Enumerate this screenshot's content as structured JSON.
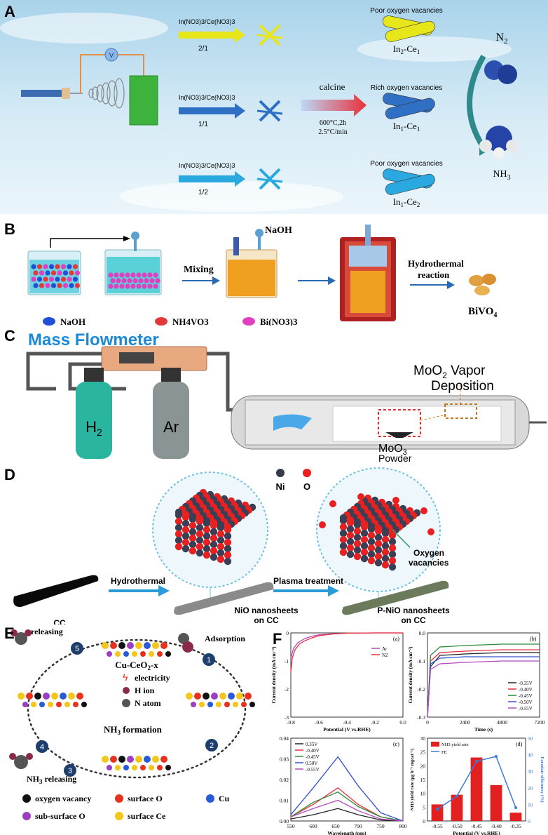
{
  "panels": {
    "a": {
      "label": "A",
      "ratio_label": "In(NO3)3/Ce(NO3)3",
      "rows": [
        {
          "ratio": "2/1",
          "title": "Poor oxygen vacancies",
          "product": "In2-Ce1",
          "prod_main": "In",
          "prod_sub1": "2",
          "prod_mid": "-Ce",
          "prod_sub2": "1",
          "color": "#e6e61a"
        },
        {
          "ratio": "1/1",
          "title": "Rich oxygen vacancies",
          "product": "In1-Ce1",
          "prod_main": "In",
          "prod_sub1": "1",
          "prod_mid": "-Ce",
          "prod_sub2": "1",
          "color": "#2f6fc4"
        },
        {
          "ratio": "1/2",
          "title": "Poor oxygen vacancies",
          "product": "In1-Ce2",
          "prod_main": "In",
          "prod_sub1": "1",
          "prod_mid": "-Ce",
          "prod_sub2": "2",
          "color": "#2aa8e0"
        }
      ],
      "calcine": "calcine",
      "cond1": "600°C,2h",
      "cond2": "2.5°C/min",
      "n2": "N2",
      "nh3": "NH3",
      "v_symbol": "V"
    },
    "b": {
      "label": "B",
      "naoh_top": "NaOH",
      "mixing": "Mixing",
      "hydro1": "Hydrothermal",
      "hydro2": "reaction",
      "product": "BiVO4",
      "legend": [
        {
          "text": "NaOH",
          "color": "#1f4fd6"
        },
        {
          "text": "NH4VO3",
          "color": "#e23a3a"
        },
        {
          "text": "Bi(NO3)3",
          "color": "#e040c0"
        }
      ]
    },
    "c": {
      "label": "C",
      "title": "Mass Flowmeter",
      "gas1": "H2",
      "gas2": "Ar",
      "vapor1": "MoO2 Vapor",
      "vapor2": "Deposition",
      "powder1": "MoO3",
      "powder2": "Powder"
    },
    "d": {
      "label": "D",
      "ni": "Ni",
      "o": "O",
      "cc": "CC",
      "hydrothermal": "Hydrothermal",
      "plasma": "Plasma treatment",
      "nio1": "NiO nanosheets",
      "nio2": "on CC",
      "pnio1": "P-NiO nanosheets",
      "pnio2": "on CC",
      "ov1": "Oxygen",
      "ov2": "vacancies"
    },
    "e": {
      "label": "E",
      "center_title": "Cu-CeO2-x",
      "releasing": "releasing",
      "adsorption": "Adsorption",
      "electricity": "electricity",
      "h_ion": "H ion",
      "n_atom": "N atom",
      "nh3_formation": "NH3 formation",
      "nh3_releasing": "NH3 releasing",
      "steps": [
        "1",
        "2",
        "3",
        "4",
        "5"
      ],
      "legend": [
        {
          "text": "oxygen vacancy",
          "color": "#111111"
        },
        {
          "text": "surface O",
          "color": "#e8321e"
        },
        {
          "text": "Cu",
          "color": "#2a5bd7"
        },
        {
          "text": "sub-surface O",
          "color": "#9b3fc0"
        },
        {
          "text": "surface Ce",
          "color": "#f5c518"
        }
      ]
    },
    "f": {
      "label": "F"
    }
  },
  "chart_data": [
    {
      "type": "line",
      "panel": "(a)",
      "xlabel": "Potential (V vs.RHE)",
      "ylabel": "Current density (mA cm⁻²)",
      "xlim": [
        -0.8,
        0.0
      ],
      "ylim": [
        -3,
        0
      ],
      "xticks": [
        "-0.8",
        "-0.6",
        "-0.4",
        "-0.2",
        "0.0"
      ],
      "yticks": [
        "0",
        "-1",
        "-2",
        "-3"
      ],
      "legend_position": "top-right",
      "series": [
        {
          "name": "Ar",
          "color": "#b44ac0",
          "x": [
            -0.8,
            -0.78,
            -0.75,
            -0.7,
            -0.65,
            -0.6,
            -0.5,
            -0.4,
            -0.2,
            0.0
          ],
          "y": [
            -0.9,
            -0.55,
            -0.35,
            -0.2,
            -0.12,
            -0.07,
            -0.03,
            -0.01,
            0,
            0
          ]
        },
        {
          "name": "N2",
          "color": "#e8323c",
          "x": [
            -0.8,
            -0.79,
            -0.77,
            -0.74,
            -0.7,
            -0.65,
            -0.6,
            -0.5,
            -0.4,
            -0.2,
            0.0
          ],
          "y": [
            -1.4,
            -0.9,
            -0.6,
            -0.4,
            -0.28,
            -0.18,
            -0.1,
            -0.04,
            -0.01,
            0,
            0
          ]
        }
      ]
    },
    {
      "type": "line",
      "panel": "(b)",
      "xlabel": "Time (s)",
      "ylabel": "Current density (mA cm⁻²)",
      "xlim": [
        0,
        7200
      ],
      "ylim": [
        -0.3,
        0.0
      ],
      "xticks": [
        "0",
        "2400",
        "4800",
        "7200"
      ],
      "yticks": [
        "0.0",
        "-0.1",
        "-0.2",
        "-0.3"
      ],
      "legend_position": "bottom-right",
      "series": [
        {
          "name": "-0.35V",
          "color": "#222222",
          "x": [
            0,
            200,
            800,
            2400,
            4800,
            7200
          ],
          "y": [
            -0.3,
            -0.12,
            -0.08,
            -0.075,
            -0.07,
            -0.07
          ]
        },
        {
          "name": "-0.40V",
          "color": "#e8323c",
          "x": [
            0,
            200,
            800,
            2400,
            4800,
            7200
          ],
          "y": [
            -0.3,
            -0.1,
            -0.07,
            -0.065,
            -0.06,
            -0.06
          ]
        },
        {
          "name": "-0.45V",
          "color": "#2a8a3a",
          "x": [
            0,
            200,
            800,
            2400,
            4800,
            7200
          ],
          "y": [
            -0.3,
            -0.08,
            -0.05,
            -0.045,
            -0.04,
            -0.04
          ]
        },
        {
          "name": "-0.50V",
          "color": "#3050d0",
          "x": [
            0,
            200,
            800,
            2400,
            4800,
            7200
          ],
          "y": [
            -0.3,
            -0.11,
            -0.09,
            -0.085,
            -0.085,
            -0.085
          ]
        },
        {
          "name": "-0.55V",
          "color": "#b44ac0",
          "x": [
            0,
            200,
            800,
            2400,
            4800,
            7200
          ],
          "y": [
            -0.3,
            -0.13,
            -0.11,
            -0.105,
            -0.1,
            -0.1
          ]
        }
      ]
    },
    {
      "type": "line",
      "panel": "(c)",
      "xlabel": "Wavelength (nm)",
      "ylabel": "",
      "xlim": [
        550,
        800
      ],
      "ylim": [
        0.0,
        0.04
      ],
      "xticks": [
        "550",
        "600",
        "650",
        "700",
        "750",
        "800"
      ],
      "yticks": [
        "0.00",
        "0.01",
        "0.02",
        "0.03",
        "0.04"
      ],
      "legend_position": "top-left",
      "series": [
        {
          "name": "0.35V",
          "color": "#222222",
          "x": [
            550,
            600,
            655,
            700,
            750,
            800
          ],
          "y": [
            0.001,
            0.003,
            0.006,
            0.003,
            0.0005,
            0.0
          ]
        },
        {
          "name": "-0.40V",
          "color": "#e8323c",
          "x": [
            550,
            600,
            655,
            700,
            750,
            800
          ],
          "y": [
            0.002,
            0.008,
            0.016,
            0.008,
            0.002,
            0.0
          ]
        },
        {
          "name": "-0.45V",
          "color": "#2a8a3a",
          "x": [
            550,
            600,
            655,
            700,
            750,
            800
          ],
          "y": [
            0.002,
            0.009,
            0.014,
            0.007,
            0.002,
            0.0
          ]
        },
        {
          "name": "0.50V",
          "color": "#3050d0",
          "x": [
            550,
            600,
            655,
            700,
            750,
            800
          ],
          "y": [
            0.003,
            0.016,
            0.031,
            0.017,
            0.004,
            0.0
          ]
        },
        {
          "name": "-0.55V",
          "color": "#b44ac0",
          "x": [
            550,
            600,
            655,
            700,
            750,
            800
          ],
          "y": [
            0.002,
            0.006,
            0.01,
            0.005,
            0.001,
            0.0
          ]
        }
      ]
    },
    {
      "type": "bar",
      "panel": "(d)",
      "xlabel": "Potential (V vs.RHE)",
      "ylabel": "NH3 yield rate (μg h⁻¹ mgcat⁻¹)",
      "y2label": "Faradaic efficiency (%)",
      "categories": [
        "-0.55",
        "-0.50",
        "-0.45",
        "-0.40",
        "-0.35"
      ],
      "ylim": [
        0,
        30
      ],
      "y2lim": [
        0,
        50
      ],
      "yticks": [
        "0",
        "5",
        "10",
        "15",
        "20",
        "25",
        "30"
      ],
      "y2ticks": [
        "0",
        "10",
        "20",
        "30",
        "40",
        "50"
      ],
      "legend_position": "top-left",
      "series": [
        {
          "name": "NH3 yield rate",
          "color": "#e32020",
          "values": [
            6,
            9.5,
            23,
            13,
            3
          ]
        },
        {
          "name": "FE",
          "color": "#3a7bd5",
          "values": [
            7,
            15,
            36,
            39,
            8
          ]
        }
      ]
    }
  ]
}
